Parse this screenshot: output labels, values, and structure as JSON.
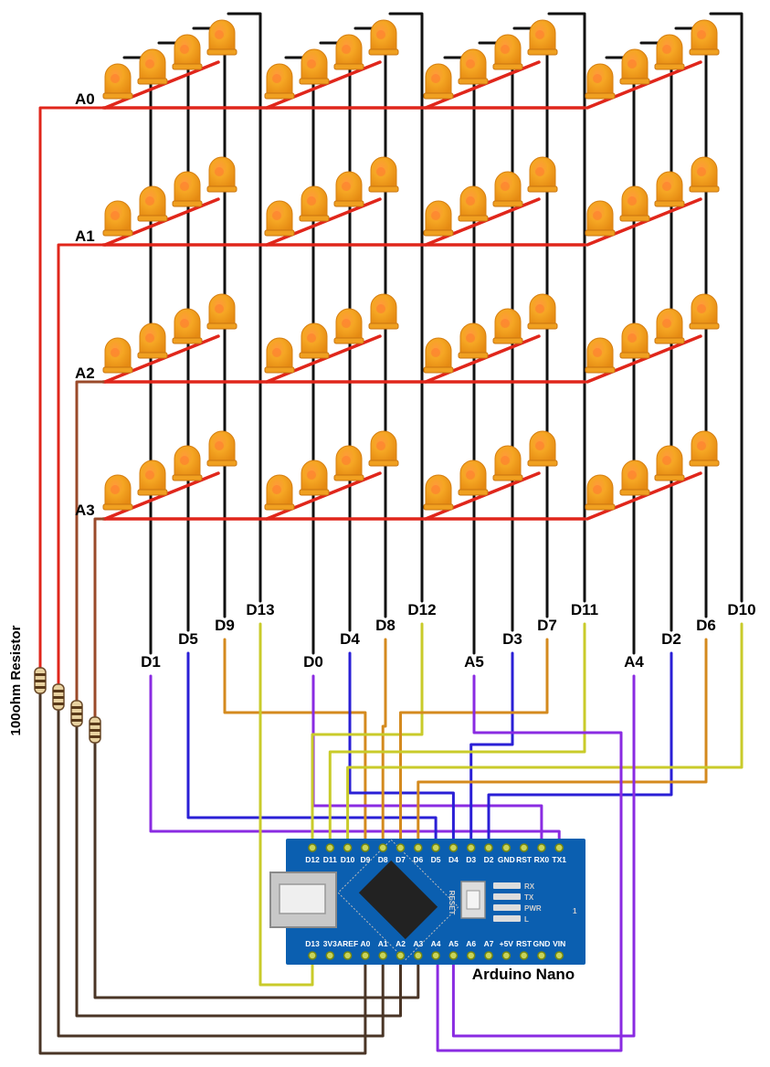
{
  "diagram": {
    "layer_labels": [
      "A0",
      "A1",
      "A2",
      "A3"
    ],
    "column_labels": [
      "D1",
      "D5",
      "D9",
      "D13",
      "D0",
      "D4",
      "D8",
      "D12",
      "A5",
      "D3",
      "D7",
      "D11",
      "A4",
      "D2",
      "D6",
      "D10"
    ],
    "resistor_label": "100ohm Resistor",
    "board_label": "Arduino Nano",
    "top_pins": [
      "D12",
      "D11",
      "D10",
      "D9",
      "D8",
      "D7",
      "D6",
      "D5",
      "D4",
      "D3",
      "D2",
      "GND",
      "RST",
      "RX0",
      "TX1"
    ],
    "bottom_pins": [
      "D13",
      "3V3",
      "AREF",
      "A0",
      "A1",
      "A2",
      "A3",
      "A4",
      "A5",
      "A6",
      "A7",
      "+5V",
      "RST",
      "GND",
      "VIN"
    ],
    "board_text": {
      "reset": "RESET",
      "led_labels": [
        "RX",
        "TX",
        "PWR",
        "L"
      ],
      "pin_one": "1"
    },
    "colors": {
      "layer_wire_red": "#e0261b",
      "layer_wire_brown": "#9a4a2a",
      "resistor_lead": "#4a3526",
      "column_wire": "#111111",
      "wire_purple": "#8a2be2",
      "wire_blue": "#2a1fd6",
      "wire_orange": "#d48a1e",
      "wire_yellow": "#c9cb2a",
      "led_body": "#f5a623",
      "board_blue": "#0b5fb0"
    },
    "icons": [
      "led-icon",
      "resistor-icon",
      "usb-connector-icon",
      "microcontroller-chip-icon",
      "reset-button-icon"
    ]
  }
}
